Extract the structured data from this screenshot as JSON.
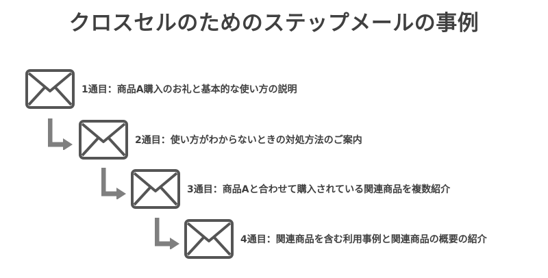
{
  "title": "クロスセルのためのステップメールの事例",
  "steps": [
    {
      "label": "1通目：商品A購入のお礼と基本的な使い方の説明",
      "icon": "envelope-icon"
    },
    {
      "label": "2通目：使い方がわからないときの対処方法のご案内",
      "icon": "envelope-icon"
    },
    {
      "label": "3通目：商品Aと合わせて購入されている関連商品を複数紹介",
      "icon": "envelope-icon"
    },
    {
      "label": "4通目：関連商品を含む利用事例と関連商品の概要の紹介",
      "icon": "envelope-icon"
    }
  ],
  "colors": {
    "text": "#404040",
    "envelope_stroke": "#555555",
    "arrow": "#7f7f7f"
  }
}
